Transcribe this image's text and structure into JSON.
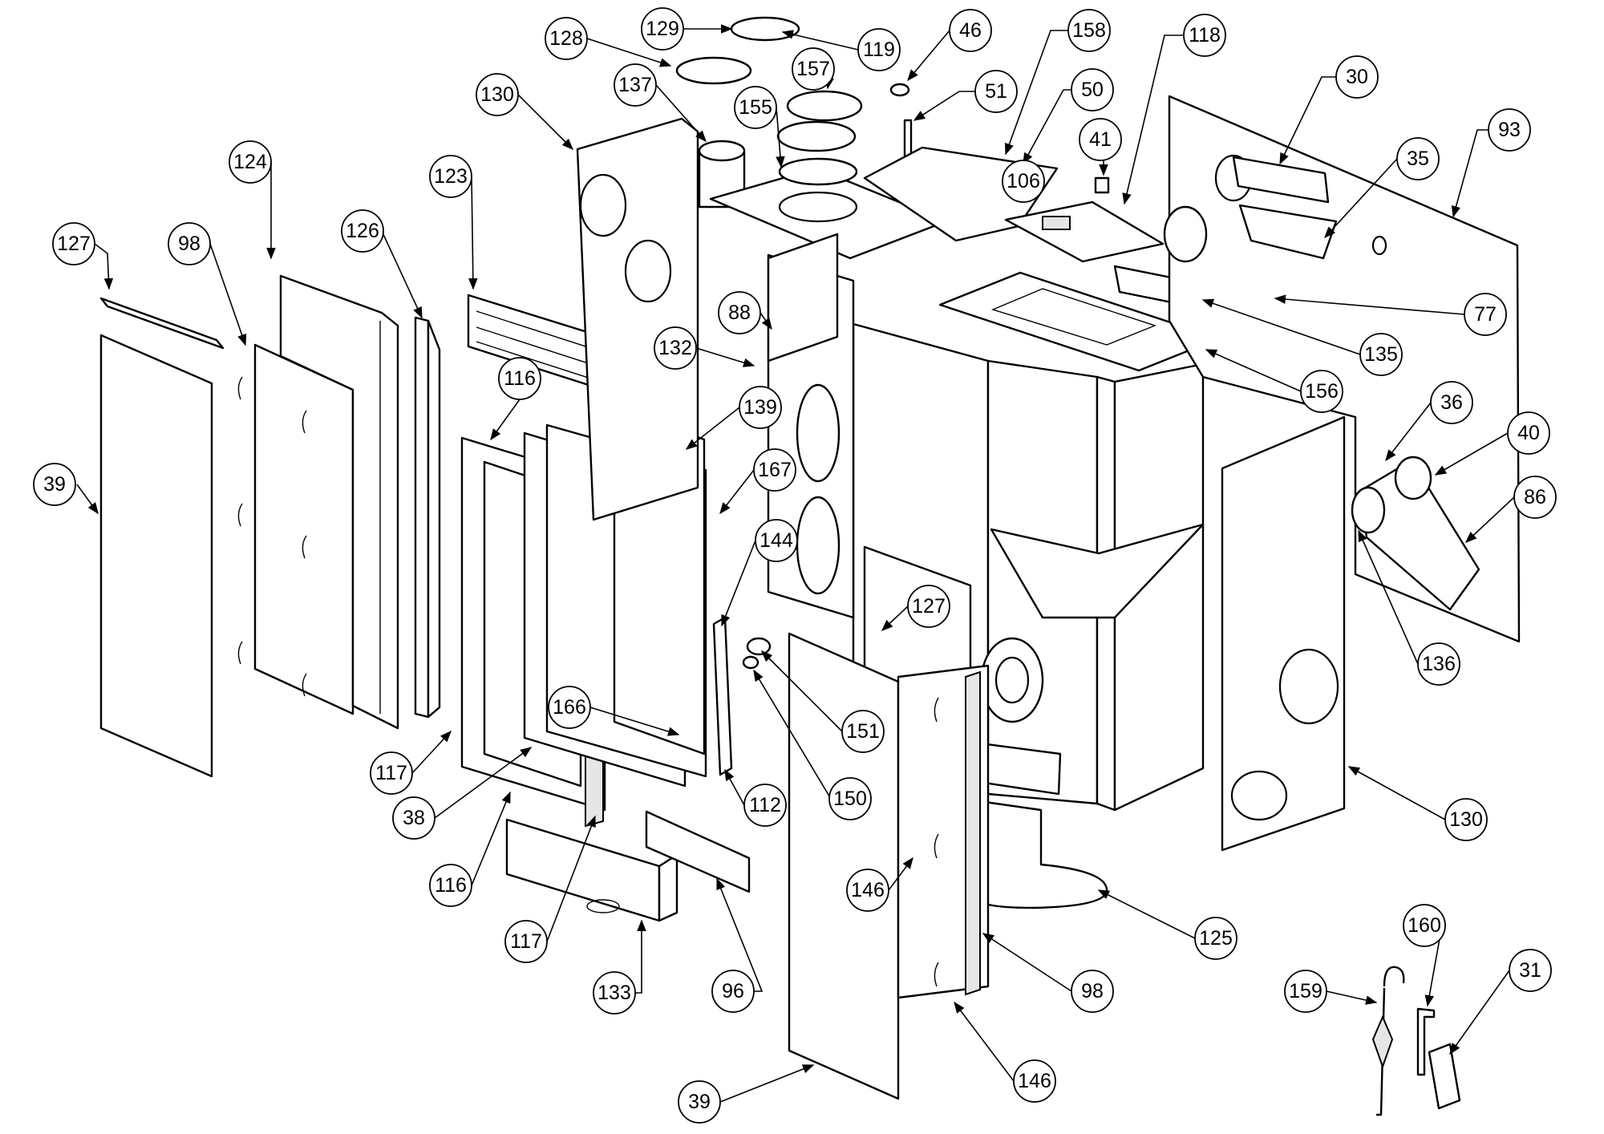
{
  "diagram": {
    "labels": [
      "127",
      "98",
      "39",
      "124",
      "126",
      "123",
      "116",
      "117",
      "38",
      "116",
      "117",
      "133",
      "96",
      "130",
      "137",
      "128",
      "129",
      "119",
      "157",
      "155",
      "46",
      "51",
      "158",
      "50",
      "106",
      "41",
      "118",
      "30",
      "35",
      "93",
      "77",
      "135",
      "156",
      "88",
      "132",
      "139",
      "167",
      "144",
      "166",
      "112",
      "150",
      "151",
      "127",
      "146",
      "39",
      "146",
      "98",
      "125",
      "36",
      "40",
      "86",
      "136",
      "130",
      "160",
      "31",
      "159"
    ],
    "colors": {
      "line": "#000000",
      "background": "#ffffff",
      "shade": "#e6e6e6"
    }
  }
}
